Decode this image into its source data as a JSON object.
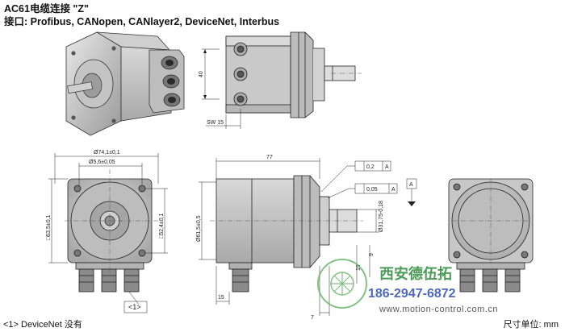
{
  "title": "AC61电缆连接 \"Z\"",
  "subtitle": "接口: Profibus, CANopen, CANlayer2, DeviceNet, Interbus",
  "dimensions": {
    "d40": "40",
    "sw15": "SW 15",
    "d74": "Ø74,1±0,1",
    "d56": "Ø5,6±0,05",
    "sq63": "□63,5±0,1",
    "sq52": "□52,4±0,1",
    "callout1": "<1>",
    "d77": "77",
    "d61": "Ø61,5±0,5",
    "tol1_val": "0,2",
    "tol1_ref": "A",
    "tol2_val": "0,05",
    "tol2_ref": "A",
    "datum": "A",
    "d3175": "Ø31,75-0,18",
    "d9": "9",
    "d19": "19",
    "d7": "7",
    "d15": "15"
  },
  "footer": {
    "left": "<1> DeviceNet 没有",
    "right": "尺寸单位: mm"
  },
  "watermark": {
    "company": "西安德伍拓",
    "phone": "186-2947-6872",
    "url": "www.motion-control.com.cn"
  }
}
